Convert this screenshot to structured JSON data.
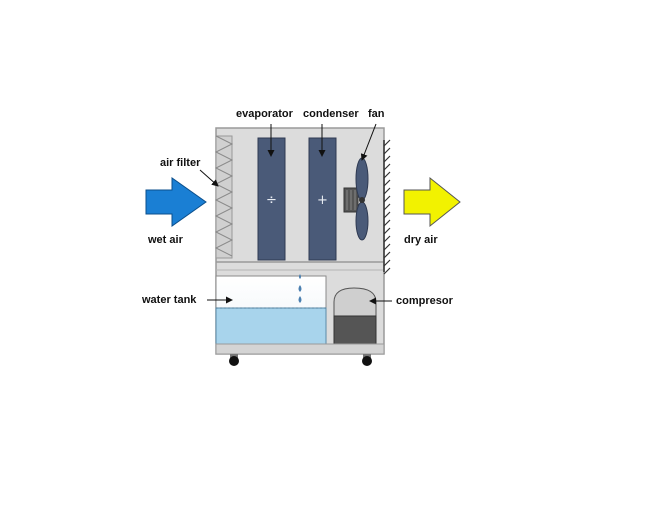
{
  "diagram": {
    "labels": {
      "evaporator": "evaporator",
      "condenser": "condenser",
      "fan": "fan",
      "air_filter": "air filter",
      "wet_air": "wet air",
      "dry_air": "dry air",
      "water_tank": "water tank",
      "compressor": "compresor"
    },
    "symbols": {
      "evaporator": "÷",
      "condenser": "+"
    },
    "colors": {
      "wet_air_arrow": "#1a7fd4",
      "dry_air_arrow": "#f2f200",
      "cabinet": "#dcdcdc",
      "coil": "#4a5a78",
      "water": "#a8d4ec",
      "compressor": "#555555"
    }
  }
}
